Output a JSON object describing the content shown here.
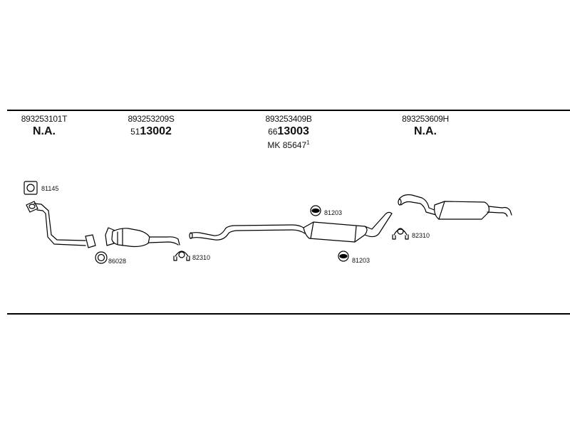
{
  "columns": [
    {
      "part": "893253101T",
      "main": "N.A."
    },
    {
      "part": "893253209S",
      "prefix": "51",
      "main": "13002"
    },
    {
      "part": "893253409B",
      "prefix": "66",
      "main": "13003",
      "mk_label": "MK",
      "mk_num": "85647",
      "mk_sup": "1"
    },
    {
      "part": "893253609H",
      "main": "N.A."
    }
  ],
  "labels": {
    "gasket_top": "81145",
    "ring_left": "86028",
    "clamp_mid": "82310",
    "hanger_top": "81203",
    "hanger_bottom": "81203",
    "clamp_right": "82310"
  }
}
